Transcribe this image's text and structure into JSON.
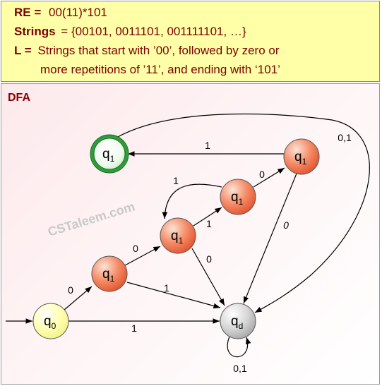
{
  "header": {
    "re_label": "RE =",
    "re_value": "00(11)*101",
    "strings_label": "Strings",
    "strings_value": "= {00101, 0011101, 001111101, …}",
    "l_label": "L =",
    "l_line1": "Strings that start with ’00’, followed by zero or",
    "l_line2": "more repetitions of ’11’, and ending with ‘101’"
  },
  "dfa_title": "DFA",
  "watermark": "CSTaleem.com",
  "states": [
    {
      "id": "q0",
      "base": "q",
      "sub": "0",
      "fill": "#ffffa8",
      "kind": "start"
    },
    {
      "id": "a",
      "base": "q",
      "sub": "1",
      "fill": "#f47d5c",
      "kind": "normal"
    },
    {
      "id": "b",
      "base": "q",
      "sub": "1",
      "fill": "#f47d5c",
      "kind": "normal"
    },
    {
      "id": "c",
      "base": "q",
      "sub": "1",
      "fill": "#f47d5c",
      "kind": "normal"
    },
    {
      "id": "d",
      "base": "q",
      "sub": "1",
      "fill": "#f47d5c",
      "kind": "normal"
    },
    {
      "id": "f",
      "base": "q",
      "sub": "1",
      "fill": "#d8f5d8",
      "kind": "final"
    },
    {
      "id": "qd",
      "base": "q",
      "sub": "d",
      "fill": "#d3d3d3",
      "kind": "dead"
    }
  ],
  "edges": [
    {
      "from": "q0",
      "to": "a",
      "label": "0"
    },
    {
      "from": "q0",
      "to": "qd",
      "label": "1"
    },
    {
      "from": "a",
      "to": "b",
      "label": "0"
    },
    {
      "from": "a",
      "to": "qd",
      "label": "1"
    },
    {
      "from": "b",
      "to": "c",
      "label": "1"
    },
    {
      "from": "b",
      "to": "qd",
      "label": "0"
    },
    {
      "from": "c",
      "to": "b",
      "label": "1"
    },
    {
      "from": "c",
      "to": "d",
      "label": "0"
    },
    {
      "from": "d",
      "to": "f",
      "label": "1"
    },
    {
      "from": "d",
      "to": "qd",
      "label": "0"
    },
    {
      "from": "f",
      "to": "qd",
      "label": "0,1"
    },
    {
      "from": "qd",
      "to": "qd",
      "label": "0,1"
    }
  ],
  "colors": {
    "header_bg": "#ffffa8",
    "header_text": "#7a0000",
    "final_ring": "#2e9e3a",
    "state_orange": "#f47d5c",
    "dead_gray": "#d3d3d3",
    "start_yellow": "#ffffa8"
  }
}
